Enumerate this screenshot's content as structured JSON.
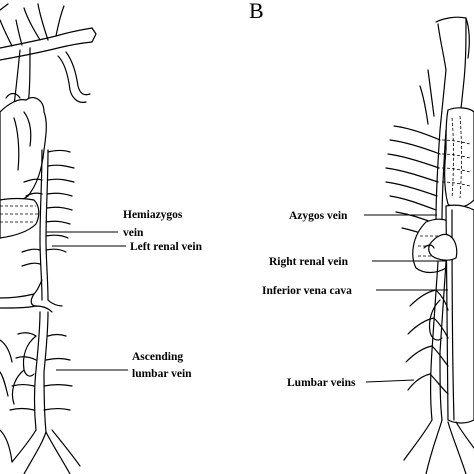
{
  "panel_b": {
    "letter": "B"
  },
  "labels_left": {
    "hemiazygos_line1": "Hemiazygos",
    "hemiazygos_line2": "vein",
    "left_renal": "Left renal vein",
    "ascending_line1": "Ascending",
    "ascending_line2": "lumbar vein"
  },
  "labels_right": {
    "azygos": "Azygos vein",
    "right_renal": "Right renal vein",
    "ivc": "Inferior vena cava",
    "lumbar": "Lumbar veins"
  }
}
